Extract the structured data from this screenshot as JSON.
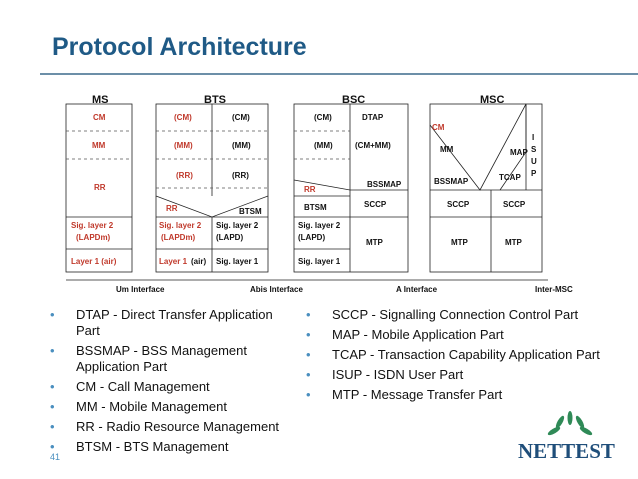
{
  "title": "Protocol Architecture",
  "page_number": "41",
  "logo": {
    "text": "NETTEST"
  },
  "diagram": {
    "nodes": [
      "MS",
      "BTS",
      "BSC",
      "MSC"
    ],
    "interfaces": [
      "Um Interface",
      "Abis Interface",
      "A Interface",
      "Inter-MSC"
    ],
    "ms": {
      "cm": "CM",
      "mm": "MM",
      "rr": "RR",
      "sig_l2": "Sig. layer 2",
      "lapdm": "(LAPDm)",
      "layer1": "Layer 1 (air)"
    },
    "bts_left": {
      "cm": "(CM)",
      "mm": "(MM)",
      "rr_paren": "(RR)",
      "rr": "RR",
      "sig_l2": "Sig. layer 2",
      "lapdm": "(LAPDm)",
      "layer1": "Layer 1",
      "air": "(air)"
    },
    "bts_right": {
      "cm": "(CM)",
      "mm": "(MM)",
      "rr": "(RR)",
      "btsm": "BTSM",
      "sig_l2": "Sig. layer 2",
      "lapd": "(LAPD)",
      "sig_l1": "Sig. layer 1"
    },
    "bsc_left": {
      "cm": "(CM)",
      "mm": "(MM)",
      "rr": "RR",
      "btsm": "BTSM",
      "sig_l2": "Sig. layer 2",
      "lapd": "(LAPD)",
      "sig_l1": "Sig. layer 1"
    },
    "bsc_right": {
      "dtap": "DTAP",
      "cm_mm": "(CM+MM)",
      "bssmap": "BSSMAP",
      "sccp": "SCCP",
      "mtp": "MTP"
    },
    "msc": {
      "cm": "CM",
      "mm": "MM",
      "map": "MAP",
      "isup": [
        "I",
        "S",
        "U",
        "P"
      ],
      "bssmap": "BSSMAP",
      "tcap": "TCAP",
      "sccp1": "SCCP",
      "sccp2": "SCCP",
      "mtp1": "MTP",
      "mtp2": "MTP"
    }
  },
  "legend_left": [
    "DTAP - Direct Transfer Application Part",
    "BSSMAP - BSS Management Application Part",
    "CM - Call Management",
    "MM - Mobile Management",
    "RR - Radio Resource Management",
    "BTSM - BTS Management"
  ],
  "legend_right": [
    "SCCP - Signalling Connection Control Part",
    "MAP - Mobile Application Part",
    "TCAP - Transaction Capability Application Part",
    "ISUP - ISDN User Part",
    "MTP - Message Transfer Part"
  ],
  "bullet": "•",
  "colors": {
    "title": "#1f5a86",
    "accent_text": "#c0392b",
    "bullet": "#4a8fbf"
  }
}
